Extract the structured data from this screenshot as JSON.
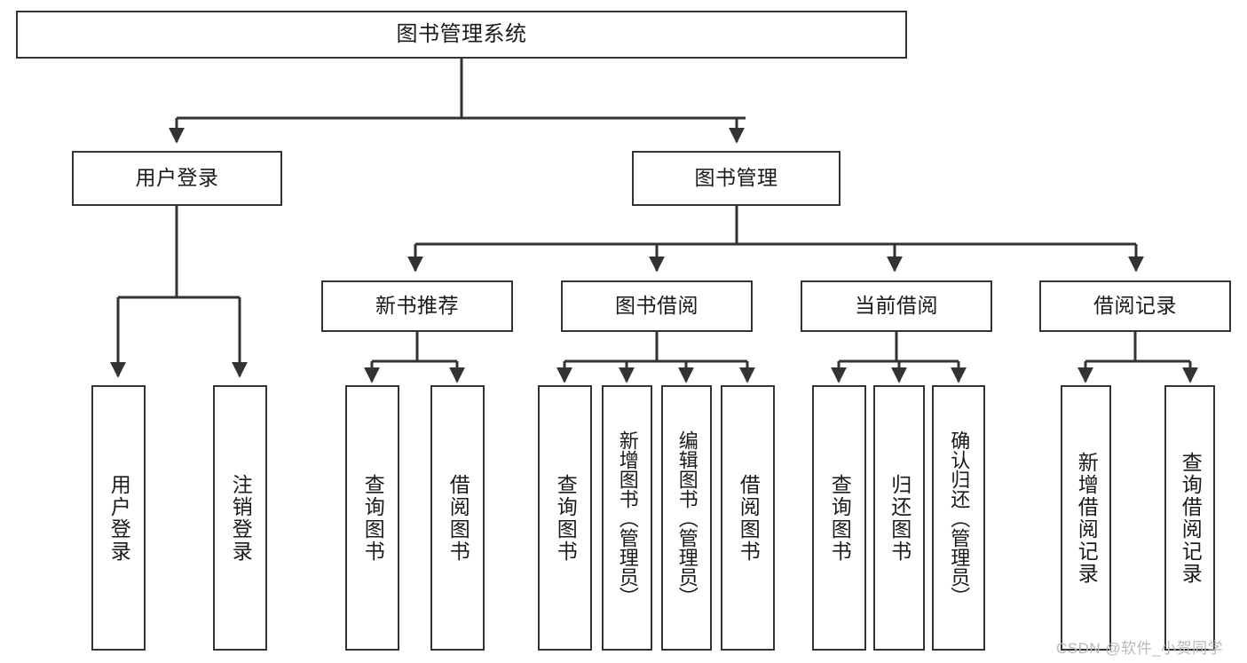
{
  "diagram": {
    "type": "tree-hierarchy-chart",
    "title": "图书管理系统",
    "watermark": "CSDN @软件_小贺同学",
    "colors": {
      "box_border": "#333333",
      "box_fill": "#ffffff",
      "edge": "#333333",
      "text": "#1a1a1a",
      "watermark": "#b9b9b9",
      "background": "#ffffff"
    },
    "levels": {
      "root": {
        "label": "图书管理系统"
      },
      "level2": [
        {
          "id": "user-login",
          "label": "用户登录"
        },
        {
          "id": "book-management",
          "label": "图书管理"
        }
      ],
      "level3": [
        {
          "id": "new-book-recommend",
          "label": "新书推荐",
          "parent": "book-management"
        },
        {
          "id": "book-borrow",
          "label": "图书借阅",
          "parent": "book-management"
        },
        {
          "id": "current-borrow",
          "label": "当前借阅",
          "parent": "book-management"
        },
        {
          "id": "borrow-record",
          "label": "借阅记录",
          "parent": "book-management"
        }
      ],
      "leaves": {
        "user_login": [
          {
            "id": "leaf-user-login",
            "label": "用户登录"
          },
          {
            "id": "leaf-user-logout",
            "label": "注销登录"
          }
        ],
        "new_book_recommend": [
          {
            "id": "leaf-query-book-1",
            "label": "查询图书"
          },
          {
            "id": "leaf-borrow-book-1",
            "label": "借阅图书"
          }
        ],
        "book_borrow": [
          {
            "id": "leaf-query-book-2",
            "label": "查询图书"
          },
          {
            "id": "leaf-add-book",
            "label": "新增图书（管理员）"
          },
          {
            "id": "leaf-edit-book",
            "label": "编辑图书（管理员）"
          },
          {
            "id": "leaf-borrow-book-2",
            "label": "借阅图书"
          }
        ],
        "current_borrow": [
          {
            "id": "leaf-query-book-3",
            "label": "查询图书"
          },
          {
            "id": "leaf-return-book",
            "label": "归还图书"
          },
          {
            "id": "leaf-confirm-return",
            "label": "确认归还（管理员）"
          }
        ],
        "borrow_record": [
          {
            "id": "leaf-add-record",
            "label": "新增借阅记录"
          },
          {
            "id": "leaf-query-record",
            "label": "查询借阅记录"
          }
        ]
      }
    }
  }
}
